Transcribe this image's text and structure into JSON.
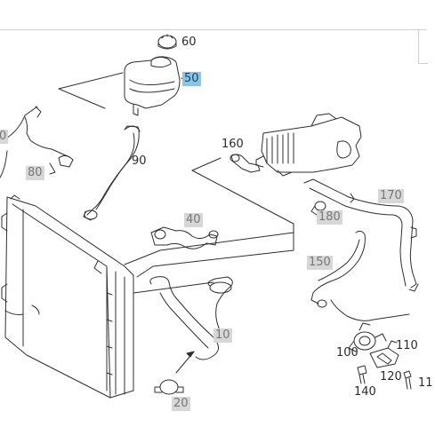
{
  "diagram": {
    "callouts": {
      "c60": "60",
      "c50": "50",
      "c0": "0",
      "c160": "160",
      "c90": "90",
      "c80": "80",
      "c170": "170",
      "c180": "180",
      "c40": "40",
      "c150": "150",
      "c10": "10",
      "c100": "100",
      "c110": "110",
      "c120": "120",
      "c140": "140",
      "c11": "11",
      "c20": "20"
    },
    "highlight_color": "#8cc4e6",
    "callout_gray": "#d7d7d7",
    "line_color": "#2f2f2f"
  }
}
